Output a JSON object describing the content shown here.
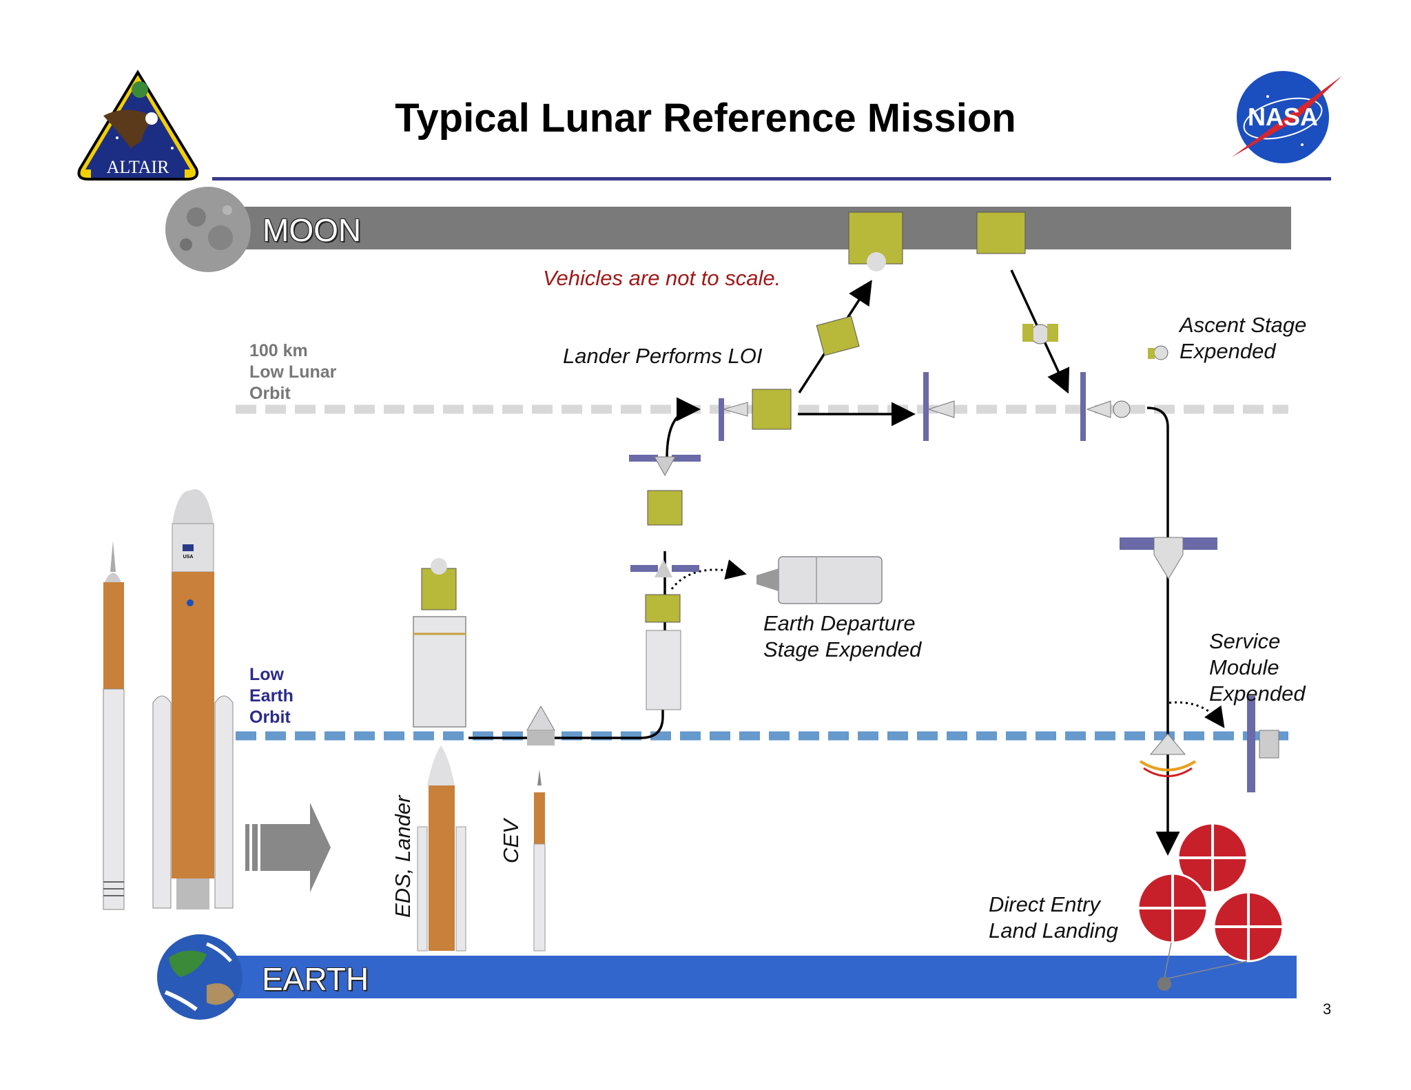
{
  "slide": {
    "title": "Typical Lunar Reference Mission",
    "page_number": "3"
  },
  "logos": {
    "left_text": "ALTAIR",
    "right_text": "NASA"
  },
  "bands": {
    "moon": "MOON",
    "earth": "EARTH"
  },
  "orbits": {
    "lunar": [
      "100 km",
      "Low Lunar",
      "Orbit"
    ],
    "earth": [
      "Low",
      "Earth",
      "Orbit"
    ]
  },
  "notes": {
    "scale": "Vehicles are not to scale."
  },
  "captions": {
    "loi": "Lander Performs LOI",
    "ascent": [
      "Ascent Stage",
      "Expended"
    ],
    "eds": [
      "Earth Departure",
      "Stage Expended"
    ],
    "service": [
      "Service",
      "Module",
      "Expended"
    ],
    "landing": [
      "Direct Entry",
      "Land Landing"
    ]
  },
  "vehicle_labels": {
    "cargo": "EDS, Lander",
    "crew": "CEV",
    "rocket_flag": "USA"
  },
  "colors": {
    "title_rule": "#3a3a8c",
    "moon_band": "#7a7a7a",
    "earth_band": "#3366cc",
    "lunar_orbit_dash": "#d8d8d8",
    "earth_orbit_dash": "#6699cc",
    "scale_note": "#a01818",
    "leo_label": "#2a2a8c",
    "llo_label": "#777777",
    "rocket_orange": "#c8803a",
    "parachute_red": "#c8202a"
  }
}
